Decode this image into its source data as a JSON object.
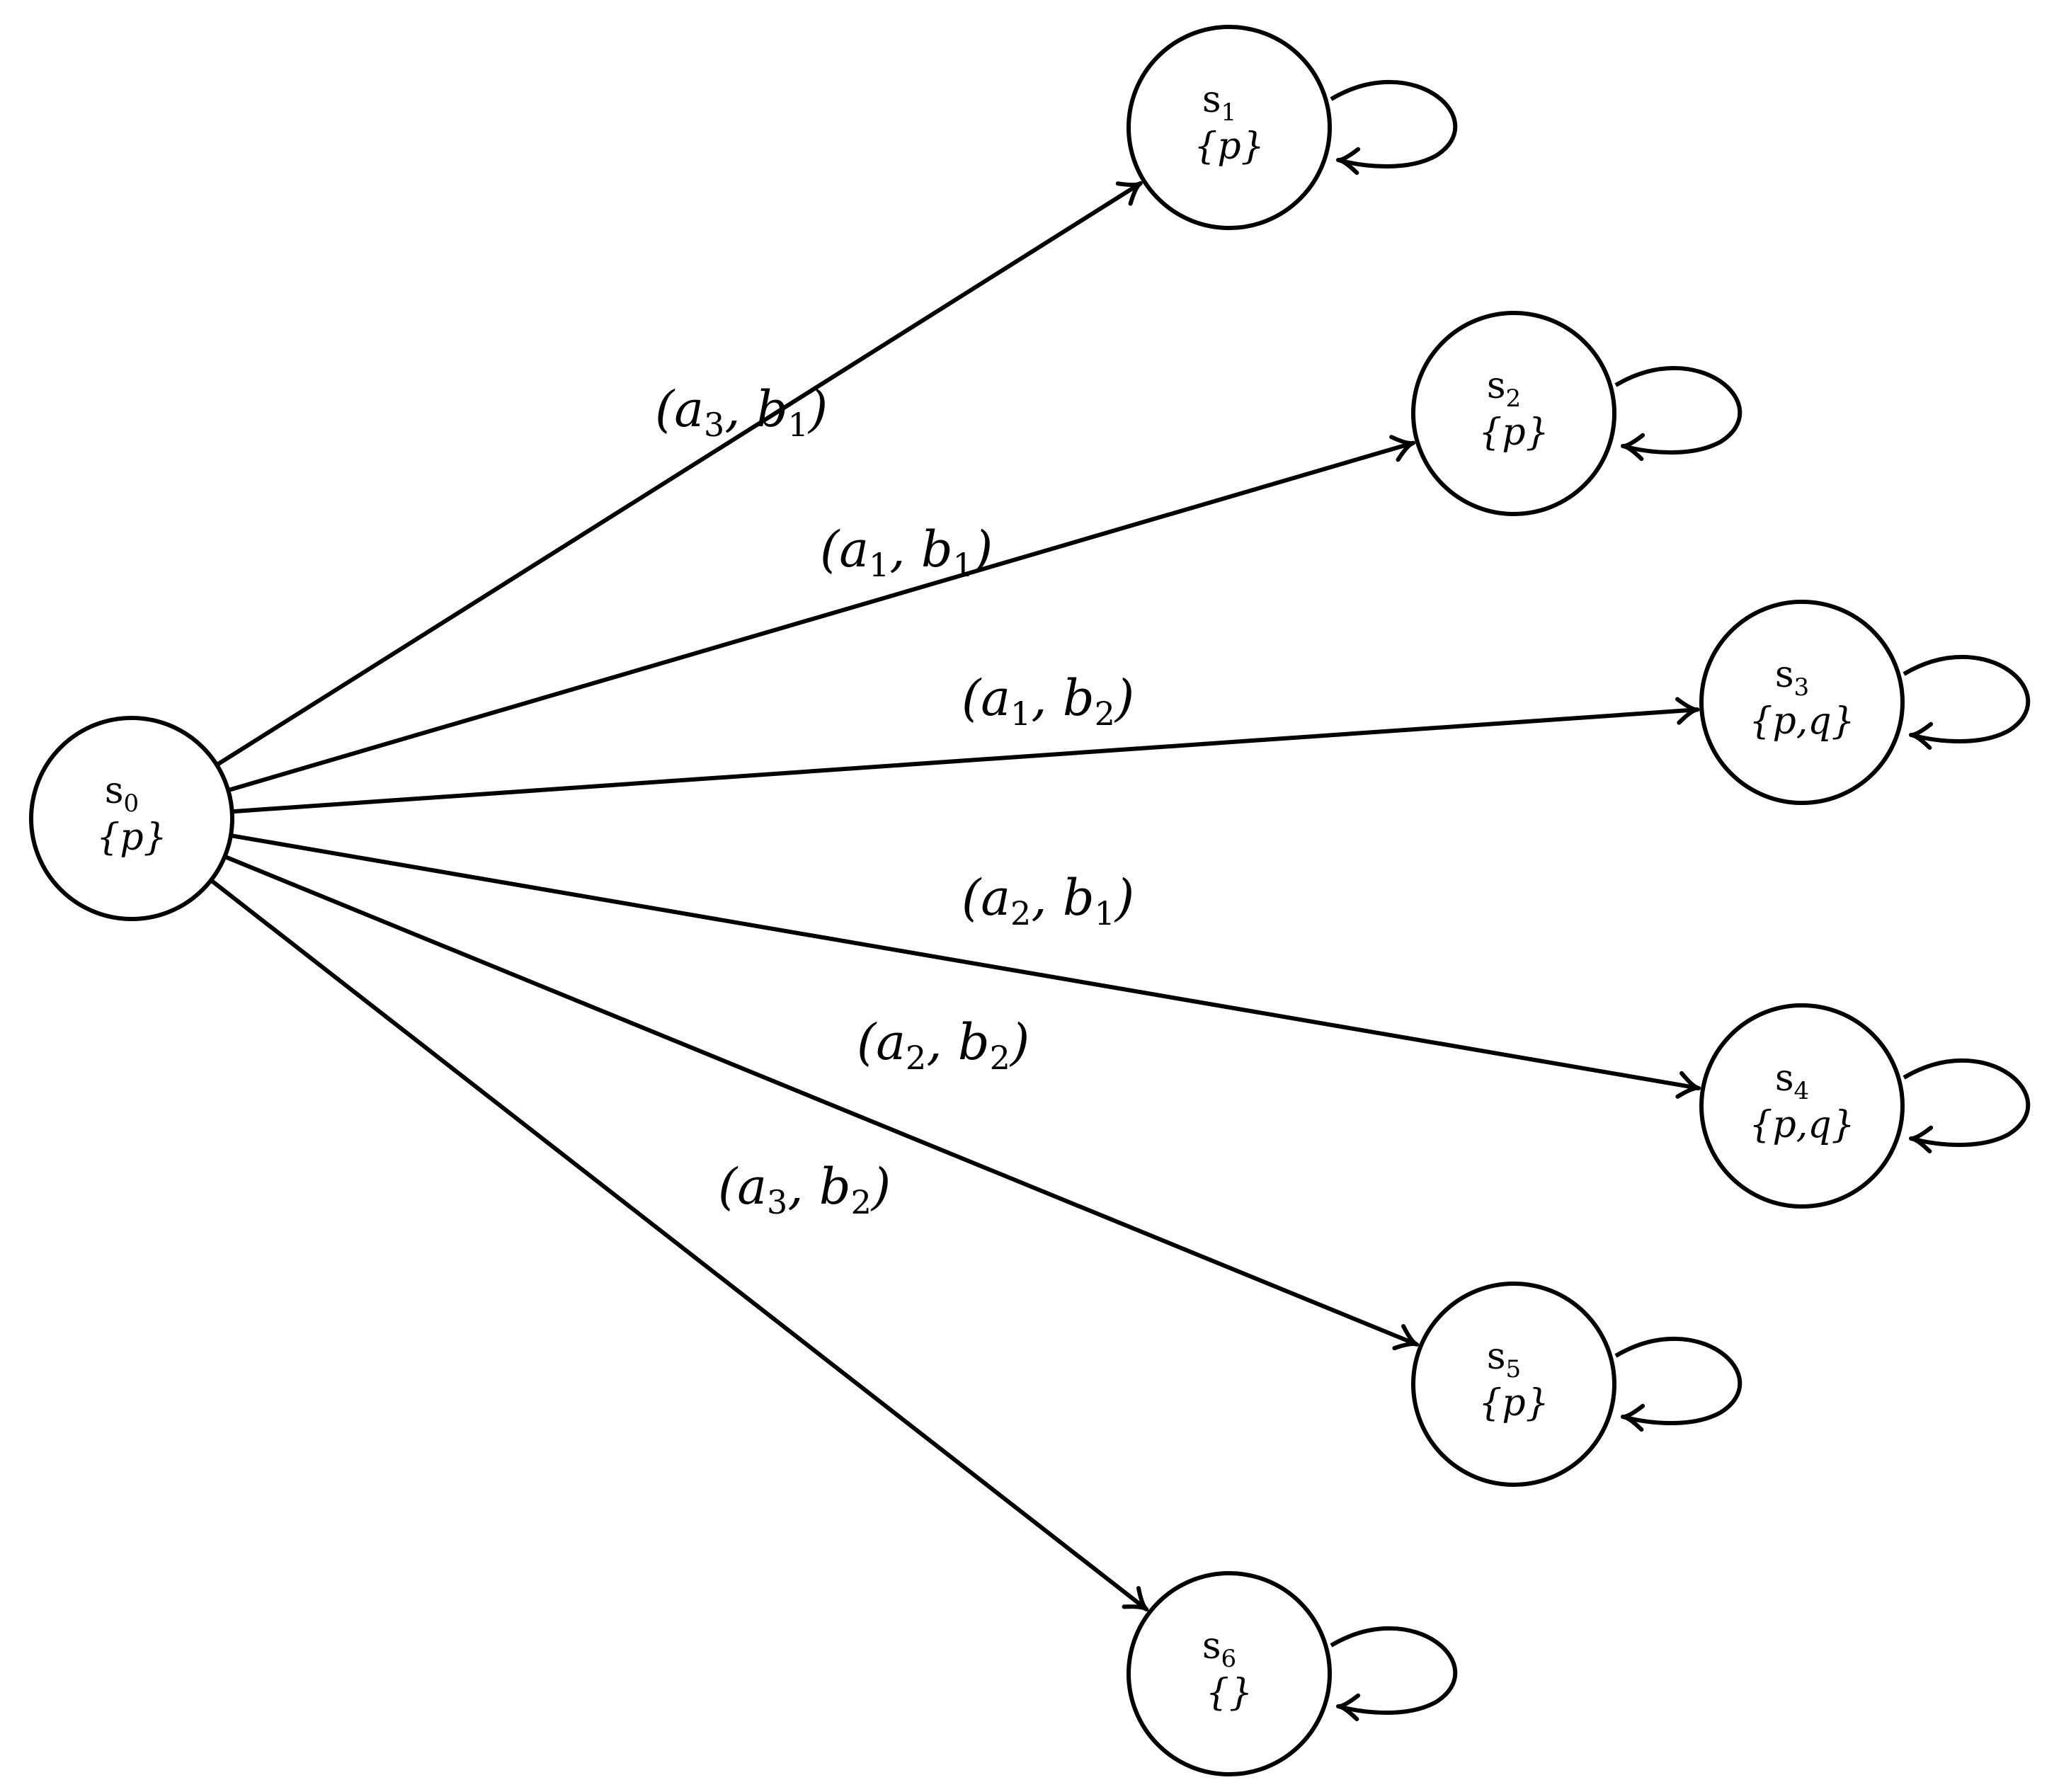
{
  "states": [
    {
      "id": "s0",
      "name": "s",
      "index": "0",
      "props": "{p}"
    },
    {
      "id": "s1",
      "name": "s",
      "index": "1",
      "props": "{p}"
    },
    {
      "id": "s2",
      "name": "s",
      "index": "2",
      "props": "{p}"
    },
    {
      "id": "s3",
      "name": "s",
      "index": "3",
      "props": "{p,q}"
    },
    {
      "id": "s4",
      "name": "s",
      "index": "4",
      "props": "{p,q}"
    },
    {
      "id": "s5",
      "name": "s",
      "index": "5",
      "props": "{p}"
    },
    {
      "id": "s6",
      "name": "s",
      "index": "6",
      "props": "{}"
    }
  ],
  "transitions": [
    {
      "from": "s0",
      "to": "s1",
      "a": "3",
      "b": "1"
    },
    {
      "from": "s0",
      "to": "s2",
      "a": "1",
      "b": "1"
    },
    {
      "from": "s0",
      "to": "s3",
      "a": "1",
      "b": "2"
    },
    {
      "from": "s0",
      "to": "s4",
      "a": "2",
      "b": "1"
    },
    {
      "from": "s0",
      "to": "s5",
      "a": "2",
      "b": "2"
    },
    {
      "from": "s0",
      "to": "s6",
      "a": "3",
      "b": "2"
    }
  ],
  "self_loops": [
    "s1",
    "s2",
    "s3",
    "s4",
    "s5",
    "s6"
  ]
}
